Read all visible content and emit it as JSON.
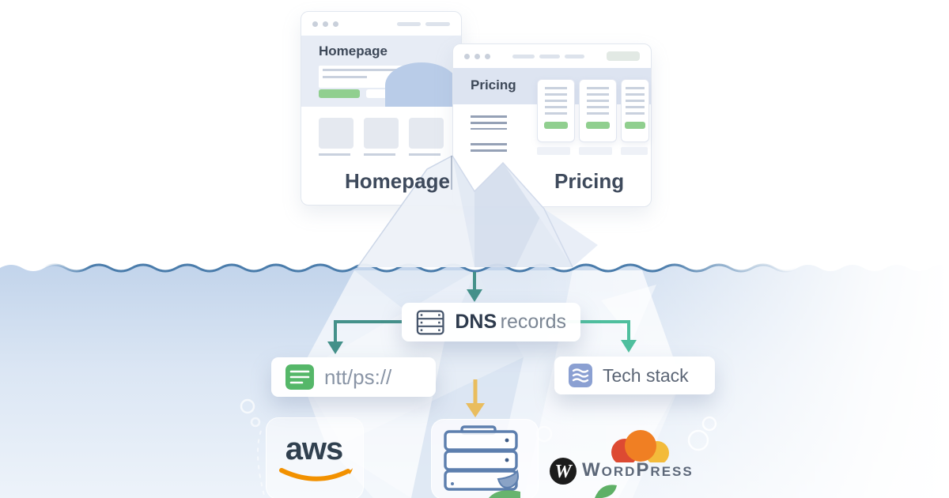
{
  "scene": {
    "metaphor": "website-iceberg",
    "above_water": "visible site pages",
    "below_water": "technical infrastructure"
  },
  "windows": {
    "homepage": {
      "heading": "Homepage",
      "caption": "Homepage"
    },
    "pricing": {
      "heading": "Pricing",
      "caption": "Pricing"
    }
  },
  "labels": {
    "dns": {
      "primary": "DNS",
      "secondary": "records"
    },
    "url": {
      "text": "ntt/ps://"
    },
    "tech": {
      "text": "Tech stack"
    }
  },
  "logos": {
    "aws": "aws",
    "wordpress": "WordPress"
  },
  "icons": {
    "dns_icon": "server-rack-icon",
    "url_icon": "green-list-icon",
    "tech_icon": "blue-stack-icon",
    "server_icon": "server-drawers-icon",
    "cloud_icon": "orange-cloud-icon",
    "wordpress_icon": "wordpress-w-icon"
  },
  "colors": {
    "waterline": "#4a7cab",
    "water_top": "#c3d5ec",
    "water_bottom": "#ecf2f9",
    "arrow_teal": "#44918a",
    "arrow_mint": "#4fbf9e",
    "arrow_yellow": "#e9bd5e",
    "green_icon": "#55b769",
    "blue_icon": "#8ba0d2",
    "aws_orange": "#f29100",
    "cloud_red": "#dd4a32",
    "cloud_orange": "#f07f23",
    "cloud_yellow": "#f3bb3b",
    "wp_black": "#1c1c1c",
    "hero_bg": "#e7ecf5"
  }
}
